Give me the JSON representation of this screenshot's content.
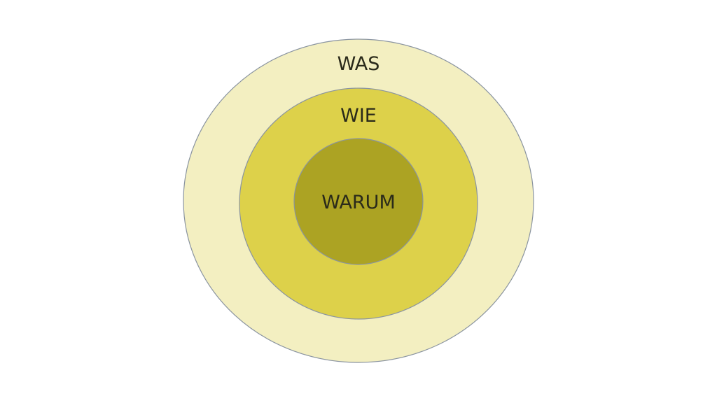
{
  "diagram": {
    "rings": [
      {
        "label": "WAS",
        "color": "#f3efc1"
      },
      {
        "label": "WIE",
        "color": "#ddd14a"
      },
      {
        "label": "WARUM",
        "color": "#aca323"
      }
    ],
    "stroke_color": "#8a94a0"
  }
}
